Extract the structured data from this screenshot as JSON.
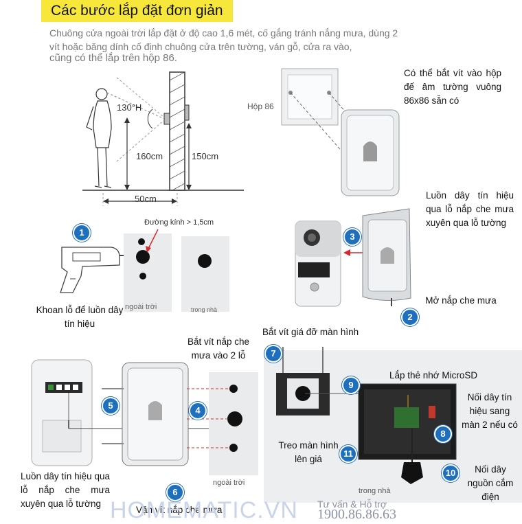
{
  "title": "Các bước lắp đặt đơn giản",
  "intro": [
    "Chuông cửa ngoài trời lắp đặt ở độ cao 1,6 mét, cố gắng tránh nắng mưa, dùng 2",
    "vít hoặc băng dính cố định chuông cửa trên tường, ván gỗ, cửa ra vào,",
    "cũng có thể lắp trên hộp 86."
  ],
  "measurements": {
    "angle": "130°H",
    "eye_height": "160cm",
    "mount_height": "150cm",
    "distance": "50cm"
  },
  "box": {
    "label": "Hộp 86",
    "note": "Có thể bắt vít vào hộp đế âm tường vuông 86x86 sẵn có"
  },
  "wall_labels": {
    "outdoor": "ngoài trời",
    "indoor": "trong nhà"
  },
  "steps": {
    "s1": {
      "num": "1",
      "text": "Khoan lỗ để luồn dây tín hiệu",
      "note": "Đường kính > 1,5cm"
    },
    "s2": {
      "num": "2",
      "text": "Mở nắp che mưa"
    },
    "s3": {
      "num": "3",
      "text": "Luồn dây tín hiệu qua lỗ nắp che mưa xuyên qua lỗ tường"
    },
    "s4": {
      "num": "4",
      "text": "Bắt vít nắp che mưa vào 2 lỗ"
    },
    "s5": {
      "num": "5",
      "text": "Luồn dây tín hiệu qua lỗ nắp che mưa xuyên qua lỗ tường"
    },
    "s6": {
      "num": "6",
      "text": "Vặn vít nắp che mưa"
    },
    "s7": {
      "num": "7",
      "text": "Bắt vít giá đỡ màn hình"
    },
    "s8": {
      "num": "8",
      "text": "Nối dây tín hiệu sang màn 2 nếu có"
    },
    "s9": {
      "num": "9",
      "text": "Lắp thẻ nhớ MicroSD"
    },
    "s10": {
      "num": "10",
      "text": "Nối dây nguồn cắm điện"
    },
    "s11": {
      "num": "11",
      "text": "Treo màn hình lên giá"
    }
  },
  "footer": {
    "brand": "HOMEMATIC.VN",
    "hotline_label": "Tư vấn & Hỗ trợ",
    "hotline": "1900.86.86.63"
  },
  "colors": {
    "title_bg": "#f7e73a",
    "badge": "#1e6fbd",
    "arrow": "#d9272e",
    "brand": "#c9d4ea"
  }
}
